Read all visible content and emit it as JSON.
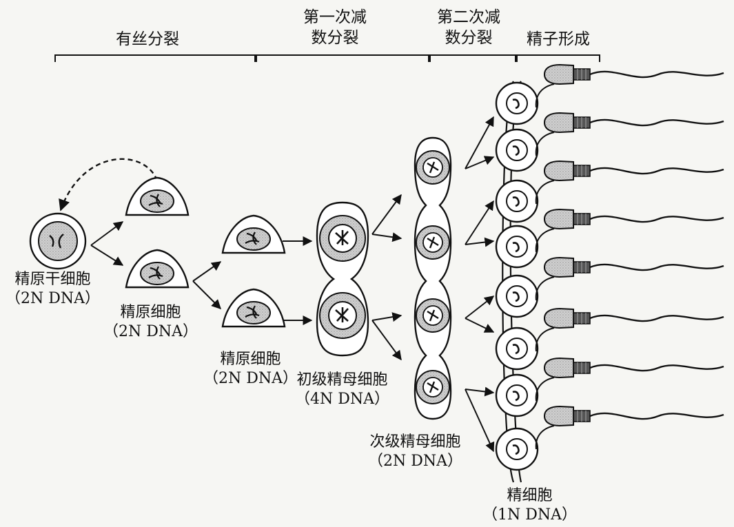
{
  "stages": {
    "mitosis": "有丝分裂",
    "meiosis1_line1": "第一次减",
    "meiosis1_line2": "数分裂",
    "meiosis2_line1": "第二次减",
    "meiosis2_line2": "数分裂",
    "spermiogenesis": "精子形成"
  },
  "cells": {
    "stem_name": "精原干细胞",
    "stem_dna": "（2N DNA）",
    "spermatogonium1_name": "精原细胞",
    "spermatogonium1_dna": "（2N DNA）",
    "spermatogonium2_name": "精原细胞",
    "spermatogonium2_dna": "（2N DNA）",
    "primary_name": "初级精母细胞",
    "primary_dna": "（4N DNA）",
    "secondary_name": "次级精母细胞",
    "secondary_dna": "（2N DNA）",
    "spermatid_name": "精细胞",
    "spermatid_dna": "（1N DNA）"
  }
}
